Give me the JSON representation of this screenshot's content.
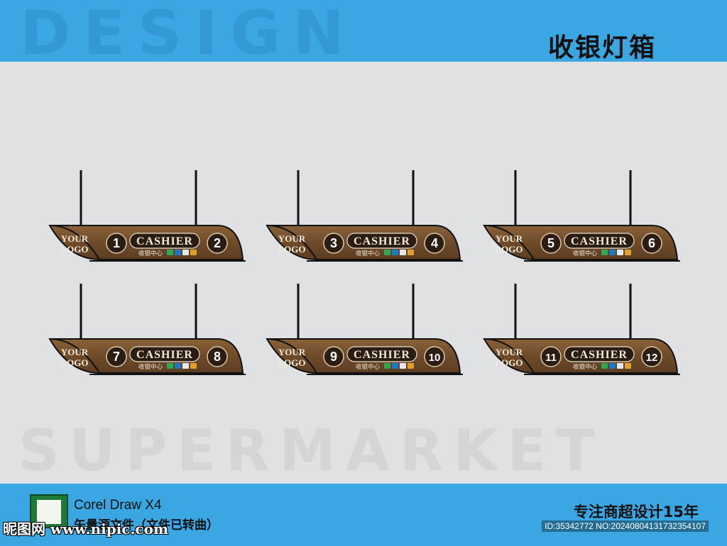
{
  "header": {
    "bg_word": "DESIGN",
    "title": "收银灯箱"
  },
  "background": {
    "word": "SUPERMARKET"
  },
  "sign": {
    "logo_line1": "YOUR",
    "logo_line2": "LOGO",
    "label": "CASHIER",
    "sublabel": "收银中心"
  },
  "signs": [
    {
      "left": "1",
      "right": "2"
    },
    {
      "left": "3",
      "right": "4"
    },
    {
      "left": "5",
      "right": "6"
    },
    {
      "left": "7",
      "right": "8"
    },
    {
      "left": "9",
      "right": "10"
    },
    {
      "left": "11",
      "right": "12"
    }
  ],
  "footer": {
    "software": "Corel Draw X4",
    "note": "矢量源文件（文件已转曲）",
    "slogan": "专注商超设计15年",
    "watermark": "昵图网 www.nipic.com",
    "id_line": "ID:35342772 NO:20240804131732354107"
  },
  "colors": {
    "blue": "#3aa6e2",
    "wood": "#7a5632",
    "dark": "#2b1d12",
    "grey": "#dfe1e3"
  }
}
